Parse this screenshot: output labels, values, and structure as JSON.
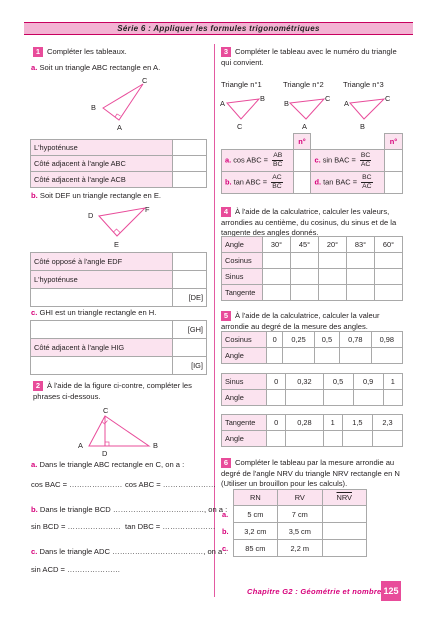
{
  "header": "Série 6 : Appliquer les formules trigonométriques",
  "ex1": {
    "num": "1",
    "intro": "Compléter les tableaux.",
    "a_label": "a.",
    "a_text": "Soit un triangle ABC rectangle en A.",
    "a_rows": [
      "L'hypoténuse",
      "Côté adjacent à l'angle ABC",
      "Côté adjacent à l'angle ACB"
    ],
    "b_label": "b.",
    "b_text": "Soit DEF un triangle rectangle en E.",
    "b_rows": [
      "Côté opposé à l'angle EDF",
      "L'hypoténuse",
      ""
    ],
    "b_given": "[DE]",
    "c_label": "c.",
    "c_text": "GHI est un triangle rectangle en H.",
    "c_rows": [
      "",
      "Côté adjacent à l'angle HIG",
      ""
    ],
    "c_given": [
      "[GH]",
      "[IG]"
    ],
    "tri_abc": [
      "A",
      "B",
      "C"
    ],
    "tri_def": [
      "D",
      "E",
      "F"
    ]
  },
  "ex2": {
    "num": "2",
    "text": "À l'aide de la figure ci-contre, compléter les phrases ci-dessous.",
    "fig": [
      "A",
      "B",
      "C",
      "D"
    ],
    "a_label": "a.",
    "a_text": "Dans le triangle ABC rectangle en C, on a :",
    "a_f1": "cos BAC = ",
    "a_f2": "cos ABC = ",
    "b_label": "b.",
    "b_text": "Dans le triangle BCD",
    "b_end": ", on a :",
    "b_f1": "sin BCD = ",
    "b_f2": "tan DBC = ",
    "c_label": "c.",
    "c_text": "Dans le triangle ADC",
    "c_end": ", on a :",
    "c_f1": "sin ACD = ",
    "dots_long": "………………………………",
    "dots_short": "…………………"
  },
  "ex3": {
    "num": "3",
    "text": "Compléter le tableau avec le numéro du triangle qui convient.",
    "triangles": [
      "Triangle n°1",
      "Triangle n°2",
      "Triangle n°3"
    ],
    "t1": [
      "A",
      "B",
      "C"
    ],
    "t2": [
      "B",
      "C",
      "A"
    ],
    "t3": [
      "A",
      "C",
      "B"
    ],
    "col_head": "n°",
    "rows": [
      {
        "label": "a.",
        "expr": "cos ABC =",
        "num": "AB",
        "den": "BC"
      },
      {
        "label": "c.",
        "expr": "sin BAC =",
        "num": "BC",
        "den": "AC"
      },
      {
        "label": "b.",
        "expr": "tan ABC =",
        "num": "AC",
        "den": "BC"
      },
      {
        "label": "d.",
        "expr": "tan BAC =",
        "num": "BC",
        "den": "AC"
      }
    ]
  },
  "ex4": {
    "num": "4",
    "text": "À l'aide de la calculatrice, calculer les valeurs, arrondies au centième, du cosinus, du sinus et de la tangente des angles donnés.",
    "header": [
      "Angle",
      "30°",
      "45°",
      "20°",
      "83°",
      "60°"
    ],
    "rows": [
      "Cosinus",
      "Sinus",
      "Tangente"
    ]
  },
  "ex5": {
    "num": "5",
    "text": "À l'aide de la calculatrice, calculer la valeur arrondie au degré de la mesure des angles.",
    "t1": {
      "head": "Cosinus",
      "vals": [
        "0",
        "0,25",
        "0,5",
        "0,78",
        "0,98"
      ],
      "angle": "Angle"
    },
    "t2": {
      "head": "Sinus",
      "vals": [
        "0",
        "0,32",
        "0,5",
        "0,9",
        "1"
      ],
      "angle": "Angle"
    },
    "t3": {
      "head": "Tangente",
      "vals": [
        "0",
        "0,28",
        "1",
        "1,5",
        "2,3"
      ],
      "angle": "Angle"
    }
  },
  "ex6": {
    "num": "6",
    "text": "Compléter le tableau par la mesure arrondie au degré de l'angle NRV du triangle NRV rectangle en N (Utiliser un brouillon pour les calculs).",
    "header": [
      "RN",
      "RV",
      "NRV"
    ],
    "rows": [
      {
        "label": "a.",
        "rn": "5 cm",
        "rv": "7 cm"
      },
      {
        "label": "b.",
        "rn": "3,2 cm",
        "rv": "3,5 cm"
      },
      {
        "label": "c.",
        "rn": "85 cm",
        "rv": "2,2 m"
      }
    ]
  },
  "footer": "Chapitre G2 : Géométrie et nombres",
  "page_number": "125",
  "colors": {
    "accent": "#e84c9a",
    "header_bg": "#f3b3d3",
    "cell_bg": "#fbe3ef"
  }
}
